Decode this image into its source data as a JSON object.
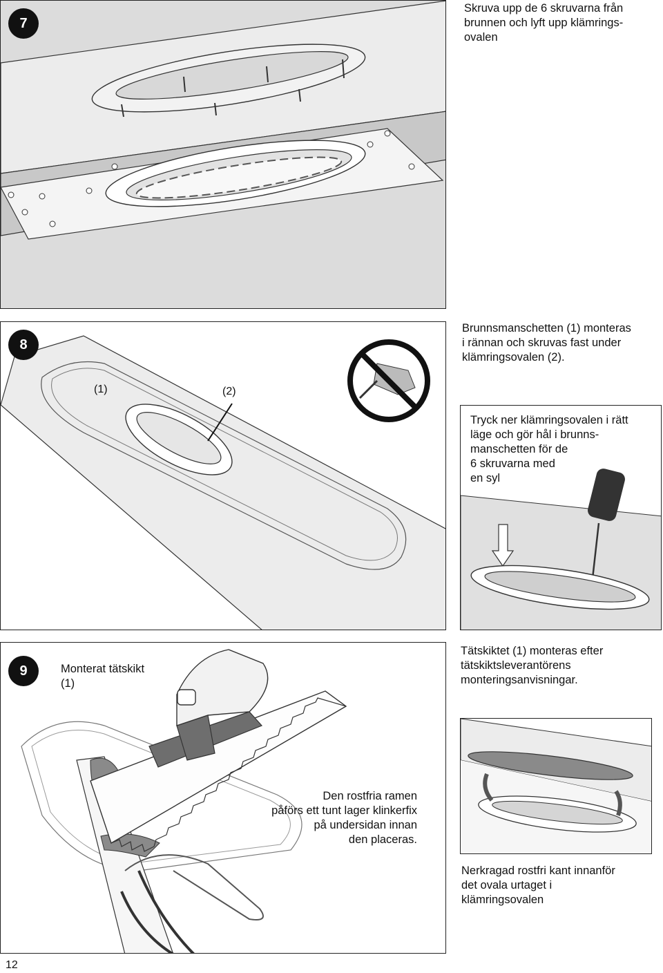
{
  "page_number": "12",
  "step7": {
    "number": "7",
    "description": "Skruva upp de 6 skruvarna från\nbrunnen och lyft upp klämrings-\novalen"
  },
  "step8": {
    "number": "8",
    "description": "Brunnsmanschetten (1) monteras\ni rännan och skruvas fast under\nklämringsovalen (2).",
    "callout_1": "(1)",
    "callout_2": "(2)",
    "inset_text": "Tryck ner klämringsovalen i rätt\nläge och gör hål i brunns-\nmanschetten för de\n6 skruvarna med\nen syl"
  },
  "step9": {
    "number": "9",
    "label": "Monterat tätskikt\n(1)",
    "description": "Tätskiktet (1) monteras efter\ntätskiktsleverantörens\nmonteringsanvisningar.",
    "trowel_text": "Den rostfria ramen\npåförs ett tunt lager klinkerfix\npå undersidan innan\nden placeras.",
    "inset_caption": "Nerkragad rostfri kant innanför\ndet ovala urtaget i\nklämringsovalen"
  },
  "colors": {
    "badge": "#111111",
    "border": "#222222",
    "shade": "#d9d9d9",
    "dark_shade": "#6e6e6e"
  }
}
